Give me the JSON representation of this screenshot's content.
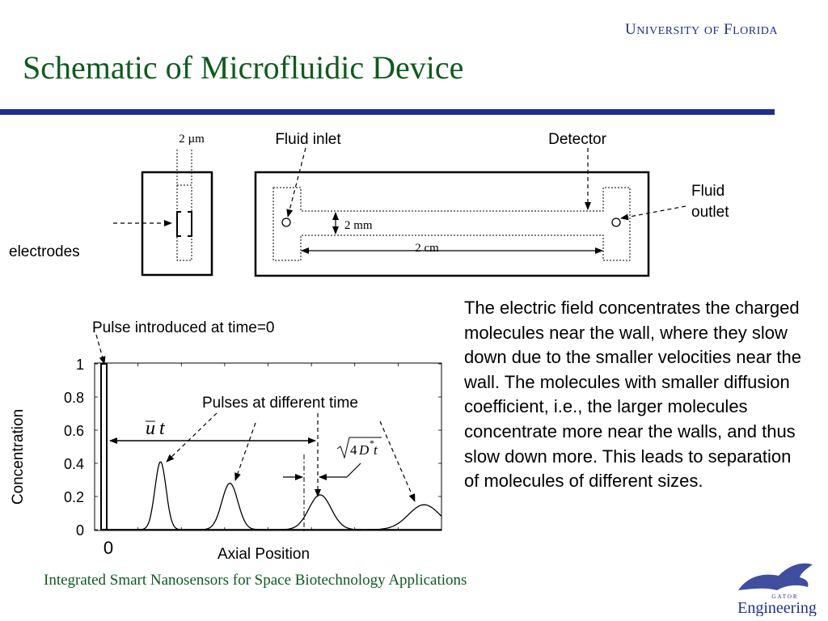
{
  "header": {
    "university_first_letter_1": "U",
    "university_rest_1": "NIVERSITY",
    "university_of": "OF",
    "university_first_letter_2": "F",
    "university_rest_2": "LORIDA"
  },
  "title": "Schematic of Microfluidic Device",
  "device": {
    "channel_width": "2 µm",
    "fluid_inlet": "Fluid inlet",
    "detector": "Detector",
    "fluid_outlet_line1": "Fluid",
    "fluid_outlet_line2": "outlet",
    "electrodes": "electrodes",
    "height_label": "2 mm",
    "length_label": "2 cm"
  },
  "chart_data": {
    "type": "line",
    "title": "",
    "xlabel": "Axial Position",
    "ylabel": "Concentration",
    "ylim": [
      0,
      1
    ],
    "y_ticks": [
      "1",
      "0.8",
      "0.6",
      "0.4",
      "0.2",
      "0"
    ],
    "x_tick": "0",
    "series": [
      {
        "center": 0.19,
        "width": 0.016,
        "peak": 0.41
      },
      {
        "center": 0.39,
        "width": 0.023,
        "peak": 0.28
      },
      {
        "center": 0.65,
        "width": 0.032,
        "peak": 0.21
      },
      {
        "center": 0.95,
        "width": 0.045,
        "peak": 0.15
      }
    ],
    "annotations": {
      "pulse_intro": "Pulse introduced at time=0",
      "pulses_label": "Pulses at different time",
      "ubar": "u",
      "t": "t",
      "sqrt_coeff": "4",
      "sqrt_D": "D",
      "sqrt_star": "*",
      "sqrt_t": "t"
    }
  },
  "explanation": "The electric field concentrates the charged molecules near the wall, where they slow down due to the smaller velocities near the wall. The molecules with smaller diffusion coefficient, i.e., the larger molecules concentrate more near the walls, and thus slow down more.  This leads to separation of molecules of different sizes.",
  "footer": "Integrated Smart Nanosensors for Space Biotechnology Applications",
  "logo": {
    "small_text": "GATOR",
    "word": "Engineering"
  },
  "colors": {
    "blue": "#1f2f8f",
    "green": "#0f5a1e"
  }
}
